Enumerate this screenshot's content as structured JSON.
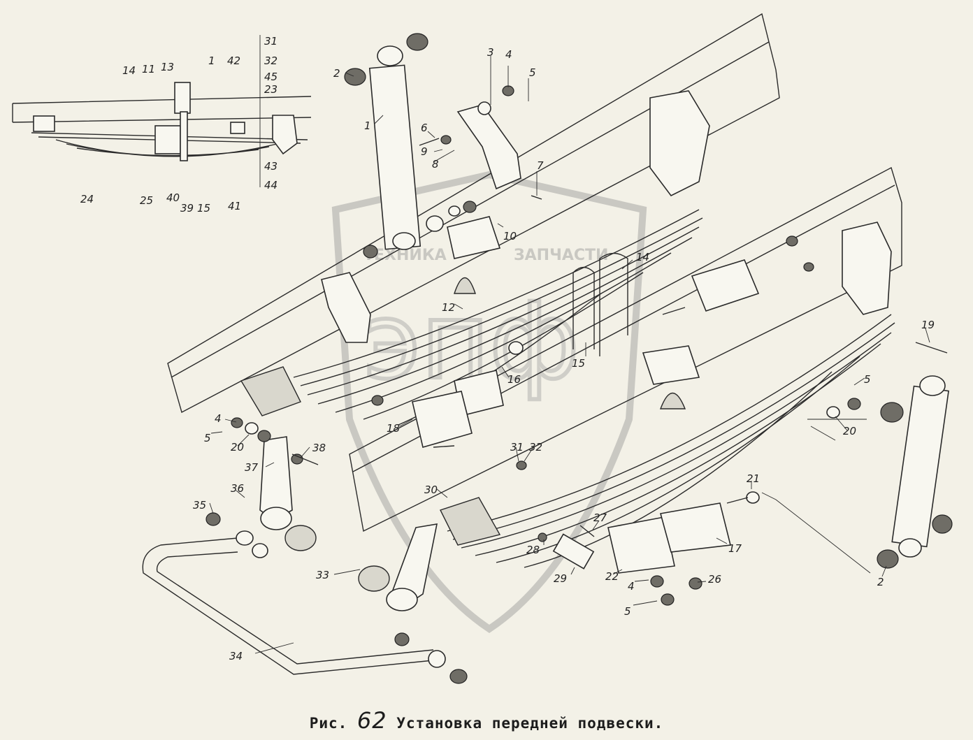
{
  "caption": {
    "prefix": "Рис.",
    "number": "62",
    "title": "Установка передней подвески."
  },
  "watermark": {
    "left": "ТЕХНИКА",
    "right": "ЗАПЧАСТИ",
    "logo": "эпф"
  },
  "inset_labels": [
    "14",
    "11",
    "13",
    "1",
    "42",
    "31",
    "32",
    "45",
    "23",
    "24",
    "25",
    "40",
    "39",
    "15",
    "41",
    "43",
    "44"
  ],
  "main_labels": [
    "2",
    "1",
    "3",
    "4",
    "5",
    "6",
    "9",
    "8",
    "7",
    "10",
    "12",
    "14",
    "15",
    "16",
    "18",
    "19",
    "5",
    "20",
    "4",
    "5",
    "20",
    "38",
    "37",
    "36",
    "35",
    "33",
    "34",
    "31",
    "32",
    "30",
    "28",
    "27",
    "29",
    "22",
    "4",
    "5",
    "21",
    "17",
    "26",
    "2"
  ]
}
